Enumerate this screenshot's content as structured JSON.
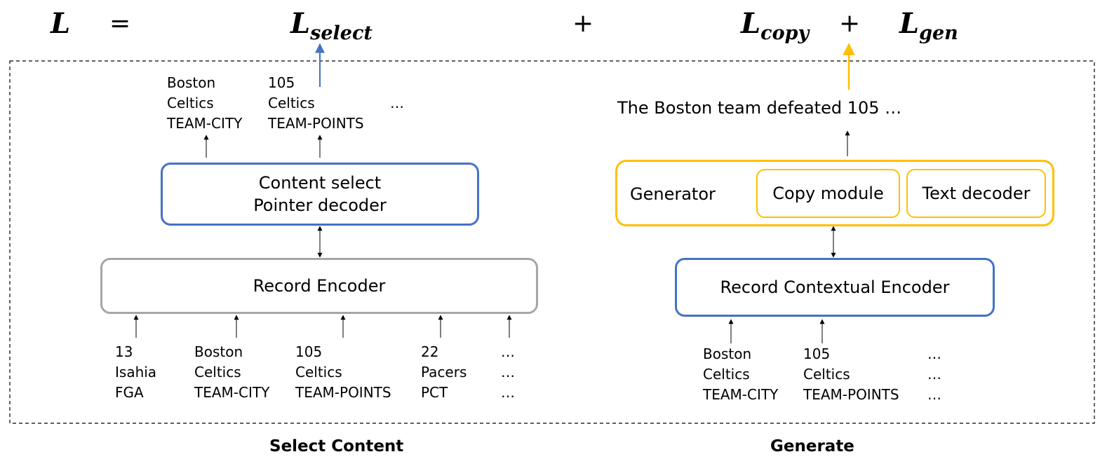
{
  "equation": {
    "lhs": "L",
    "equals": "=",
    "select_base": "L",
    "select_sub": "select",
    "plus1": "+",
    "copy_base": "L",
    "copy_sub": "copy",
    "plus2": "+",
    "gen_base": "L",
    "gen_sub": "gen"
  },
  "select_panel": {
    "outputs": [
      {
        "line1": "Boston",
        "line2": "Celtics",
        "line3": "TEAM-CITY"
      },
      {
        "line1": "105",
        "line2": "Celtics",
        "line3": "TEAM-POINTS"
      }
    ],
    "outputs_ellipsis": "…",
    "pointer_box_line1": "Content select",
    "pointer_box_line2": "Pointer decoder",
    "encoder_label": "Record Encoder",
    "inputs": [
      {
        "line1": "13",
        "line2": "Isahia",
        "line3": "FGA"
      },
      {
        "line1": "Boston",
        "line2": "Celtics",
        "line3": "TEAM-CITY"
      },
      {
        "line1": "105",
        "line2": "Celtics",
        "line3": "TEAM-POINTS"
      },
      {
        "line1": "22",
        "line2": "Pacers",
        "line3": "PCT"
      },
      {
        "line1": "…",
        "line2": "…",
        "line3": "…"
      }
    ],
    "caption": "Select Content"
  },
  "generate_panel": {
    "output_text": "The Boston team defeated 105 …",
    "generator_label": "Generator",
    "copy_module_label": "Copy module",
    "text_decoder_label": "Text decoder",
    "encoder_label": "Record Contextual Encoder",
    "inputs": [
      {
        "line1": "Boston",
        "line2": "Celtics",
        "line3": "TEAM-CITY"
      },
      {
        "line1": "105",
        "line2": "Celtics",
        "line3": "TEAM-POINTS"
      },
      {
        "line1": "…",
        "line2": "…",
        "line3": "…"
      }
    ],
    "caption": "Generate"
  },
  "colors": {
    "blue": "#4472c4",
    "gold": "#ffc000",
    "gray": "#a6a6a6",
    "black": "#000000"
  }
}
